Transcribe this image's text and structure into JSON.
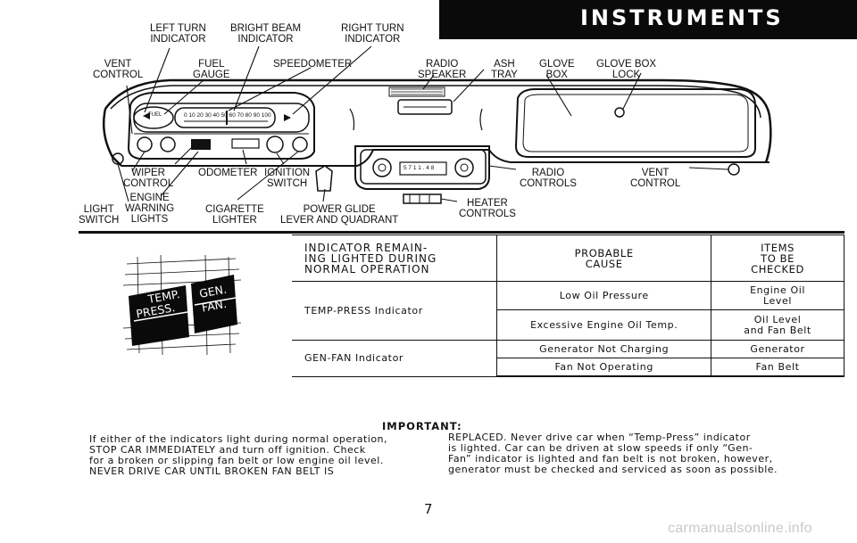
{
  "banner": {
    "title": "INSTRUMENTS"
  },
  "diagram_labels": {
    "left_turn_indicator": [
      "LEFT TURN",
      "INDICATOR"
    ],
    "bright_beam_indicator": [
      "BRIGHT BEAM",
      "INDICATOR"
    ],
    "right_turn_indicator": [
      "RIGHT TURN",
      "INDICATOR"
    ],
    "vent_control_left": [
      "VENT",
      "CONTROL"
    ],
    "fuel_gauge": [
      "FUEL",
      "GAUGE"
    ],
    "speedometer": "SPEEDOMETER",
    "radio_speaker": [
      "RADIO",
      "SPEAKER"
    ],
    "ash_tray": [
      "ASH",
      "TRAY"
    ],
    "glove_box": [
      "GLOVE",
      "BOX"
    ],
    "glove_box_lock": [
      "GLOVE BOX",
      "LOCK"
    ],
    "wiper_control": [
      "WIPER",
      "CONTROL"
    ],
    "odometer": "ODOMETER",
    "ignition_switch": [
      "IGNITION",
      "SWITCH"
    ],
    "radio_controls": [
      "RADIO",
      "CONTROLS"
    ],
    "vent_control_right": [
      "VENT",
      "CONTROL"
    ],
    "engine_warning_lights": [
      "ENGINE",
      "WARNING",
      "LIGHTS"
    ],
    "light_switch": [
      "LIGHT",
      "SWITCH"
    ],
    "cigarette_lighter": [
      "CIGARETTE",
      "LIGHTER"
    ],
    "power_glide_lever": [
      "POWER GLIDE",
      "LEVER AND QUADRANT"
    ],
    "heater_controls": [
      "HEATER",
      "CONTROLS"
    ]
  },
  "gauge_text": {
    "fuel": "FUEL",
    "speed_scale": "0 10 20 30 40 50 60 70 80 90 100",
    "radio_dial": "5 7 1 1 . 4 8",
    "indicator_panel": {
      "temp": "TEMP.",
      "press": "PRESS.",
      "gen": "GEN.",
      "fan": "FAN."
    }
  },
  "table": {
    "headers": {
      "indicator": [
        "INDICATOR REMAIN-",
        "ING LIGHTED DURING",
        "NORMAL OPERATION"
      ],
      "cause": [
        "PROBABLE",
        "CAUSE"
      ],
      "items": [
        "ITEMS",
        "TO BE",
        "CHECKED"
      ]
    },
    "rows": [
      {
        "indicator": "TEMP-PRESS Indicator",
        "causes": [
          {
            "cause": "Low Oil Pressure",
            "items": [
              "Engine Oil",
              "Level"
            ]
          },
          {
            "cause": "Excessive Engine Oil Temp.",
            "items": [
              "Oil Level",
              "and Fan Belt"
            ]
          }
        ]
      },
      {
        "indicator": "GEN-FAN Indicator",
        "causes": [
          {
            "cause": "Generator Not Charging",
            "items": [
              "Generator"
            ]
          },
          {
            "cause": "Fan Not Operating",
            "items": [
              "Fan Belt"
            ]
          }
        ]
      }
    ]
  },
  "important": {
    "heading": "IMPORTANT:",
    "left_lines": [
      "If either of the indicators light during normal operation,",
      "STOP CAR IMMEDIATELY and turn off ignition. Check",
      "for a broken or slipping fan belt or low engine oil level.",
      "NEVER DRIVE CAR UNTIL BROKEN FAN BELT IS"
    ],
    "right_lines": [
      "REPLACED. Never drive car when “Temp-Press” indicator",
      "is lighted. Car can be driven at slow speeds if only “Gen-",
      "Fan” indicator is lighted and fan belt is not broken, however,",
      "generator must be checked and serviced as soon as possible."
    ]
  },
  "page_number": "7",
  "watermark": "carmanualsonline.info"
}
